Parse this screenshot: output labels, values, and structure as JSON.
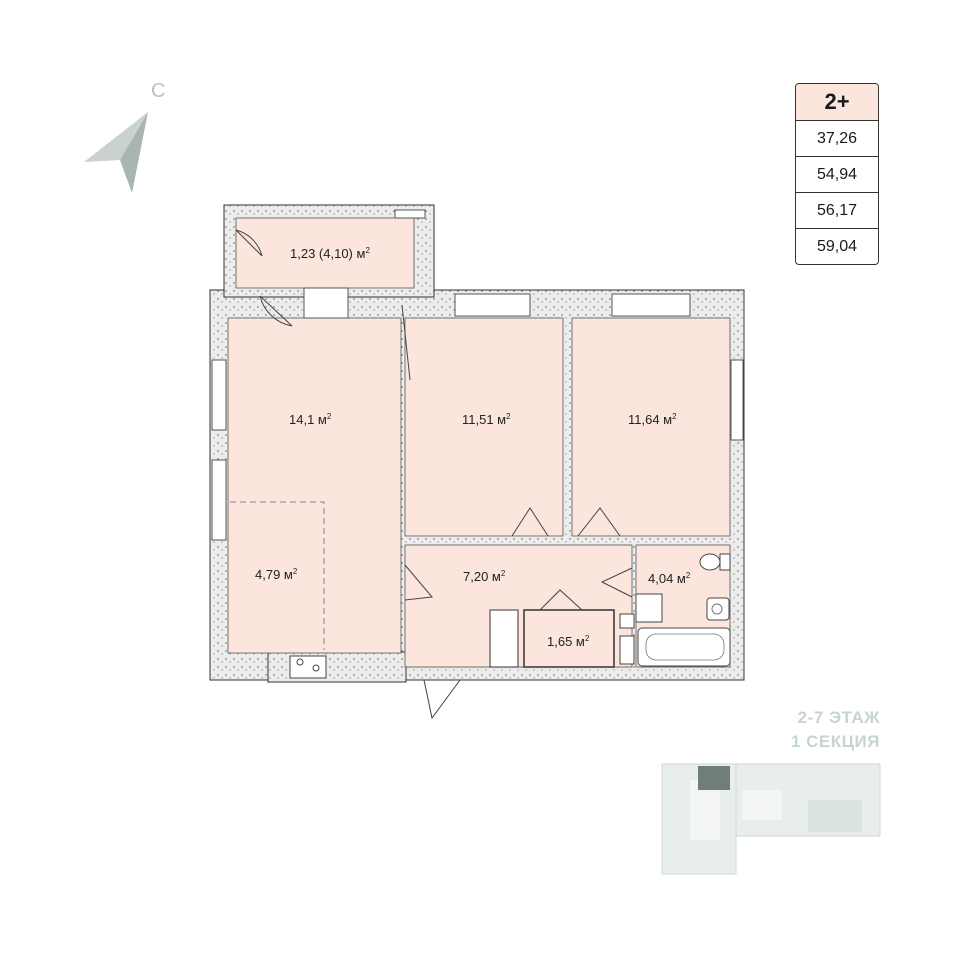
{
  "compass": {
    "letter": "С",
    "icon": "north-arrow-icon"
  },
  "apartment": {
    "type": "2+",
    "areas": [
      "37,26",
      "54,94",
      "56,17",
      "59,04"
    ]
  },
  "rooms": {
    "balcony": {
      "area": "1,23 (4,10) м",
      "unit_sup": "2"
    },
    "living": {
      "area": "14,1 м",
      "unit_sup": "2"
    },
    "kitchen_zone": {
      "area": "4,79 м",
      "unit_sup": "2"
    },
    "bedroom_1": {
      "area": "11,51 м",
      "unit_sup": "2"
    },
    "bedroom_2": {
      "area": "11,64 м",
      "unit_sup": "2"
    },
    "hall": {
      "area": "7,20 м",
      "unit_sup": "2"
    },
    "bathroom": {
      "area": "4,04 м",
      "unit_sup": "2"
    },
    "storage": {
      "area": "1,65 м",
      "unit_sup": "2"
    }
  },
  "floor_info": {
    "floors": "2-7 ЭТАЖ",
    "section": "1 СЕКЦИЯ"
  },
  "colors": {
    "room_fill": "#fbe5dc",
    "wall": "#e6e6e6",
    "outline": "#333333",
    "accent_muted": "#c6d4d2"
  }
}
